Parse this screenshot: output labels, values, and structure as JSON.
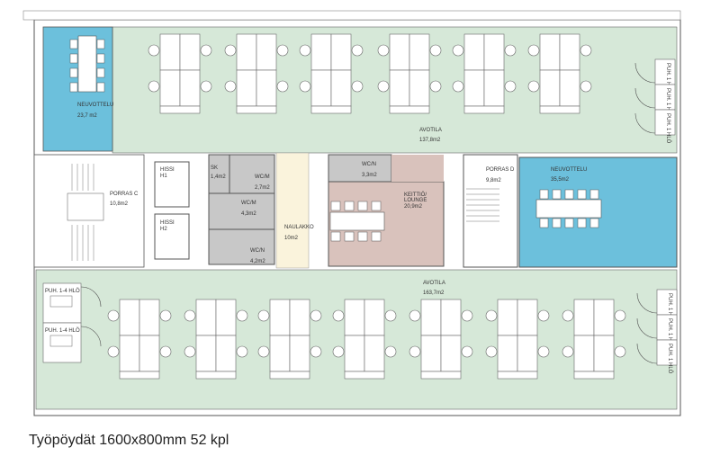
{
  "caption": "Työpöydät 1600x800mm 52 kpl",
  "rooms": {
    "meeting_a": {
      "name": "NEUVOTTELU",
      "area": "23,7  m2"
    },
    "open_top": {
      "name": "AVOTILA",
      "area": "137,8m2"
    },
    "stair_c": {
      "name": "PORRAS  C",
      "area": "10,8m2"
    },
    "lift_1": {
      "name": "HISSI",
      "id": "H1"
    },
    "lift_2": {
      "name": "HISSI",
      "id": "H2"
    },
    "sk": {
      "name": "SK",
      "area": "1,4m2"
    },
    "wc_m1": {
      "name": "WC/M",
      "area": "2,7m2"
    },
    "wc_m2": {
      "name": "WC/M",
      "area": "4,3m2"
    },
    "wc_n1": {
      "name": "WC/N",
      "area": "4,2m2"
    },
    "cloak": {
      "name": "NAULAKKO",
      "area": "10m2"
    },
    "wc_n2": {
      "name": "WC/N",
      "area": "3,3m2"
    },
    "kitchen": {
      "name": "KEITTIÖ/",
      "name2": "LOUNGE",
      "area": "20,9m2"
    },
    "stair_d": {
      "name": "PORRAS  D",
      "area": "9,8m2"
    },
    "meeting_b": {
      "name": "NEUVOTTELU",
      "area": "35,5m2"
    },
    "open_bottom": {
      "name": "AVOTILA",
      "area": "163,7m2"
    }
  },
  "phone_booths_left": [
    "PUH. 1-4 HLÖ",
    "PUH. 1-4 HLÖ"
  ],
  "phone_booths_right_top": [
    "PUH. 1 HLÖ",
    "PUH. 1 HLÖ",
    "PUH. 1 HLÖ"
  ],
  "phone_booths_right_bottom": [
    "PUH. 1 HLÖ",
    "PUH. 1 HLÖ",
    "PUH. 1 HLÖ"
  ],
  "colors": {
    "open": "#d6e8d8",
    "meeting": "#6cc0dc",
    "wc": "#c8c8c8",
    "cloak": "#faf3dc",
    "kitchen": "#d9c2bc",
    "wall": "#555555"
  }
}
